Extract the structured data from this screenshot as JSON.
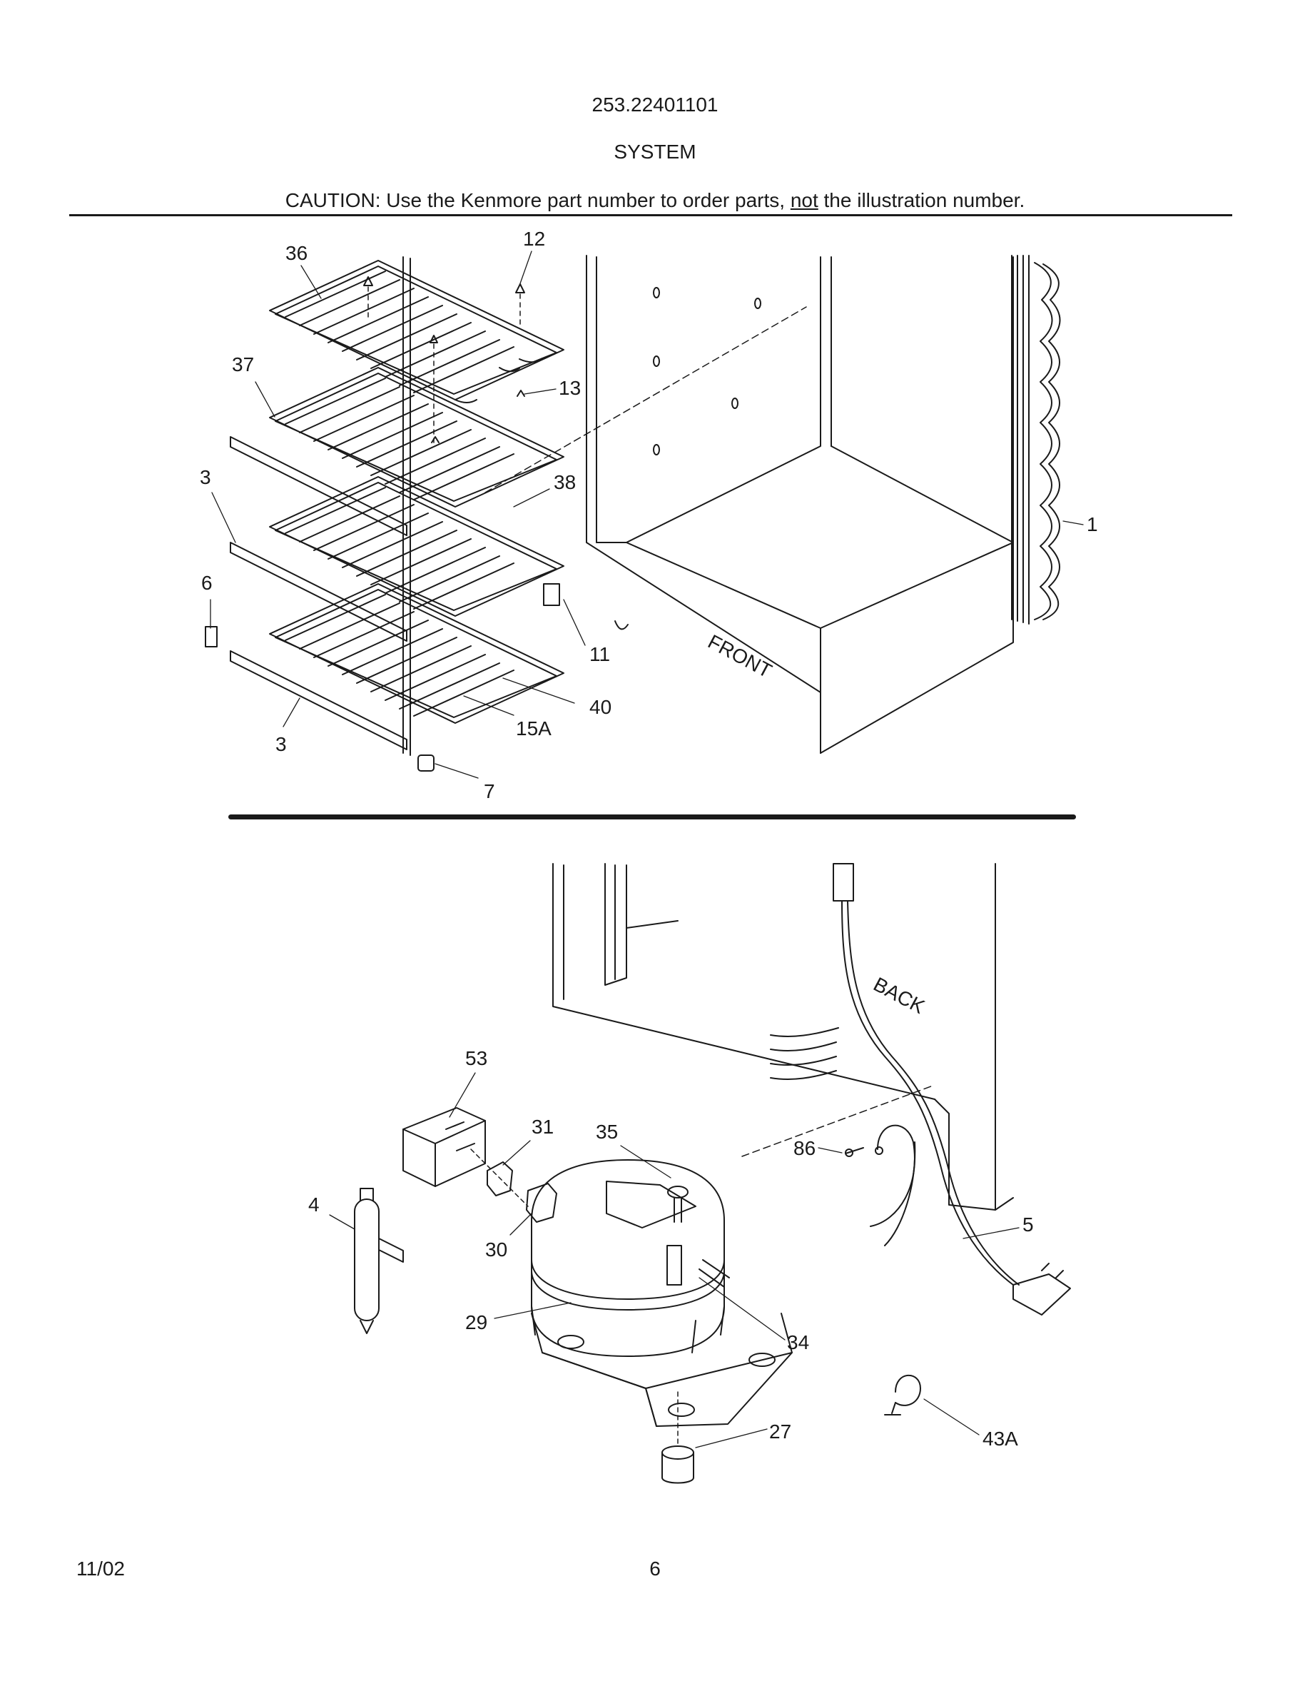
{
  "header": {
    "model": "253.22401101",
    "section": "SYSTEM",
    "caution_pre": "CAUTION: Use the Kenmore part number to order parts, ",
    "caution_underlined": "not",
    "caution_post": " the illustration number."
  },
  "upper_diagram": {
    "callouts": [
      {
        "id": "c36",
        "label": "36"
      },
      {
        "id": "c12",
        "label": "12"
      },
      {
        "id": "c37",
        "label": "37"
      },
      {
        "id": "c13",
        "label": "13"
      },
      {
        "id": "c3a",
        "label": "3"
      },
      {
        "id": "c38",
        "label": "38"
      },
      {
        "id": "c1",
        "label": "1"
      },
      {
        "id": "c6",
        "label": "6"
      },
      {
        "id": "c11",
        "label": "11"
      },
      {
        "id": "c40",
        "label": "40"
      },
      {
        "id": "c15a",
        "label": "15A"
      },
      {
        "id": "c3b",
        "label": "3"
      },
      {
        "id": "c7",
        "label": "7"
      }
    ],
    "cabinet_label": "FRONT"
  },
  "lower_diagram": {
    "callouts": [
      {
        "id": "c53",
        "label": "53"
      },
      {
        "id": "c31",
        "label": "31"
      },
      {
        "id": "c35",
        "label": "35"
      },
      {
        "id": "c86",
        "label": "86"
      },
      {
        "id": "c4",
        "label": "4"
      },
      {
        "id": "c30",
        "label": "30"
      },
      {
        "id": "c5",
        "label": "5"
      },
      {
        "id": "c29",
        "label": "29"
      },
      {
        "id": "c34",
        "label": "34"
      },
      {
        "id": "c27",
        "label": "27"
      },
      {
        "id": "c43a",
        "label": "43A"
      }
    ],
    "cabinet_label": "BACK"
  },
  "footer": {
    "date": "11/02",
    "page": "6"
  }
}
